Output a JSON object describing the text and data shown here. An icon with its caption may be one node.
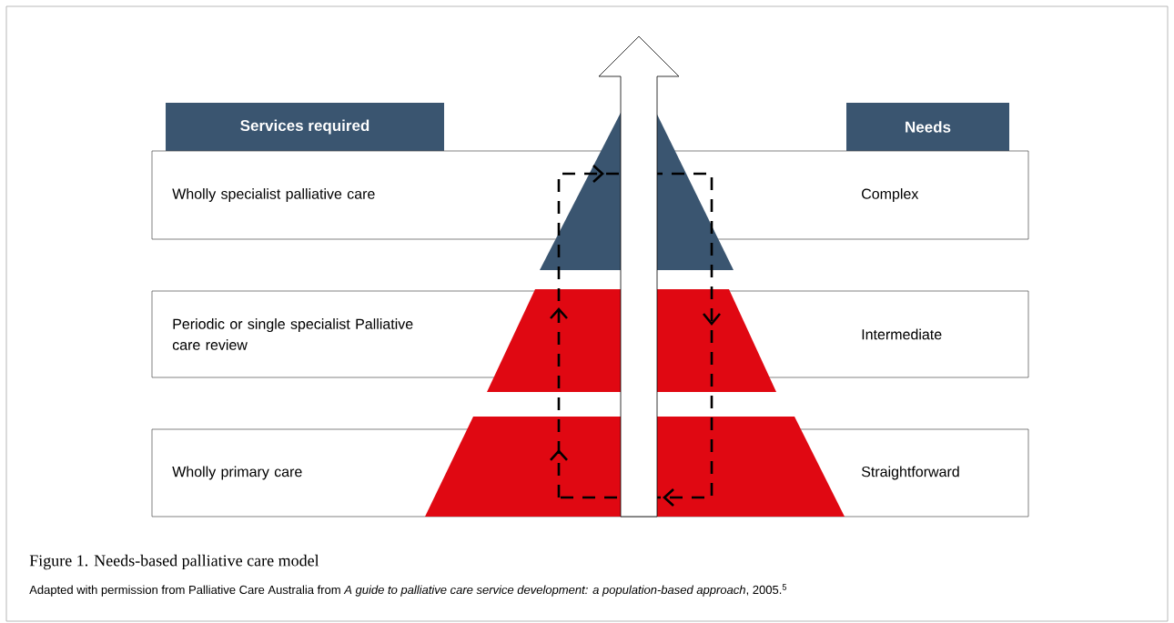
{
  "diagram": {
    "caption": "Figure 1. Needs-based palliative care model",
    "nodes": [
      {
        "text": [
          "Services required"
        ]
      },
      {
        "text": [
          "Needs"
        ]
      },
      {
        "text": [
          "Wholly specialist palliative care",
          "Complex"
        ]
      },
      {
        "text": [
          "Periodic or single specialist Palliative care review",
          "Intermediate"
        ]
      },
      {
        "text": [
          "Wholly primary care",
          "Straightforward"
        ]
      }
    ],
    "labels": [
      "Adapted with permission from Palliative Care Australia from *A guide to palliative care service development: a population-based approach*, 2005.$^{5}$"
    ]
  }
}
